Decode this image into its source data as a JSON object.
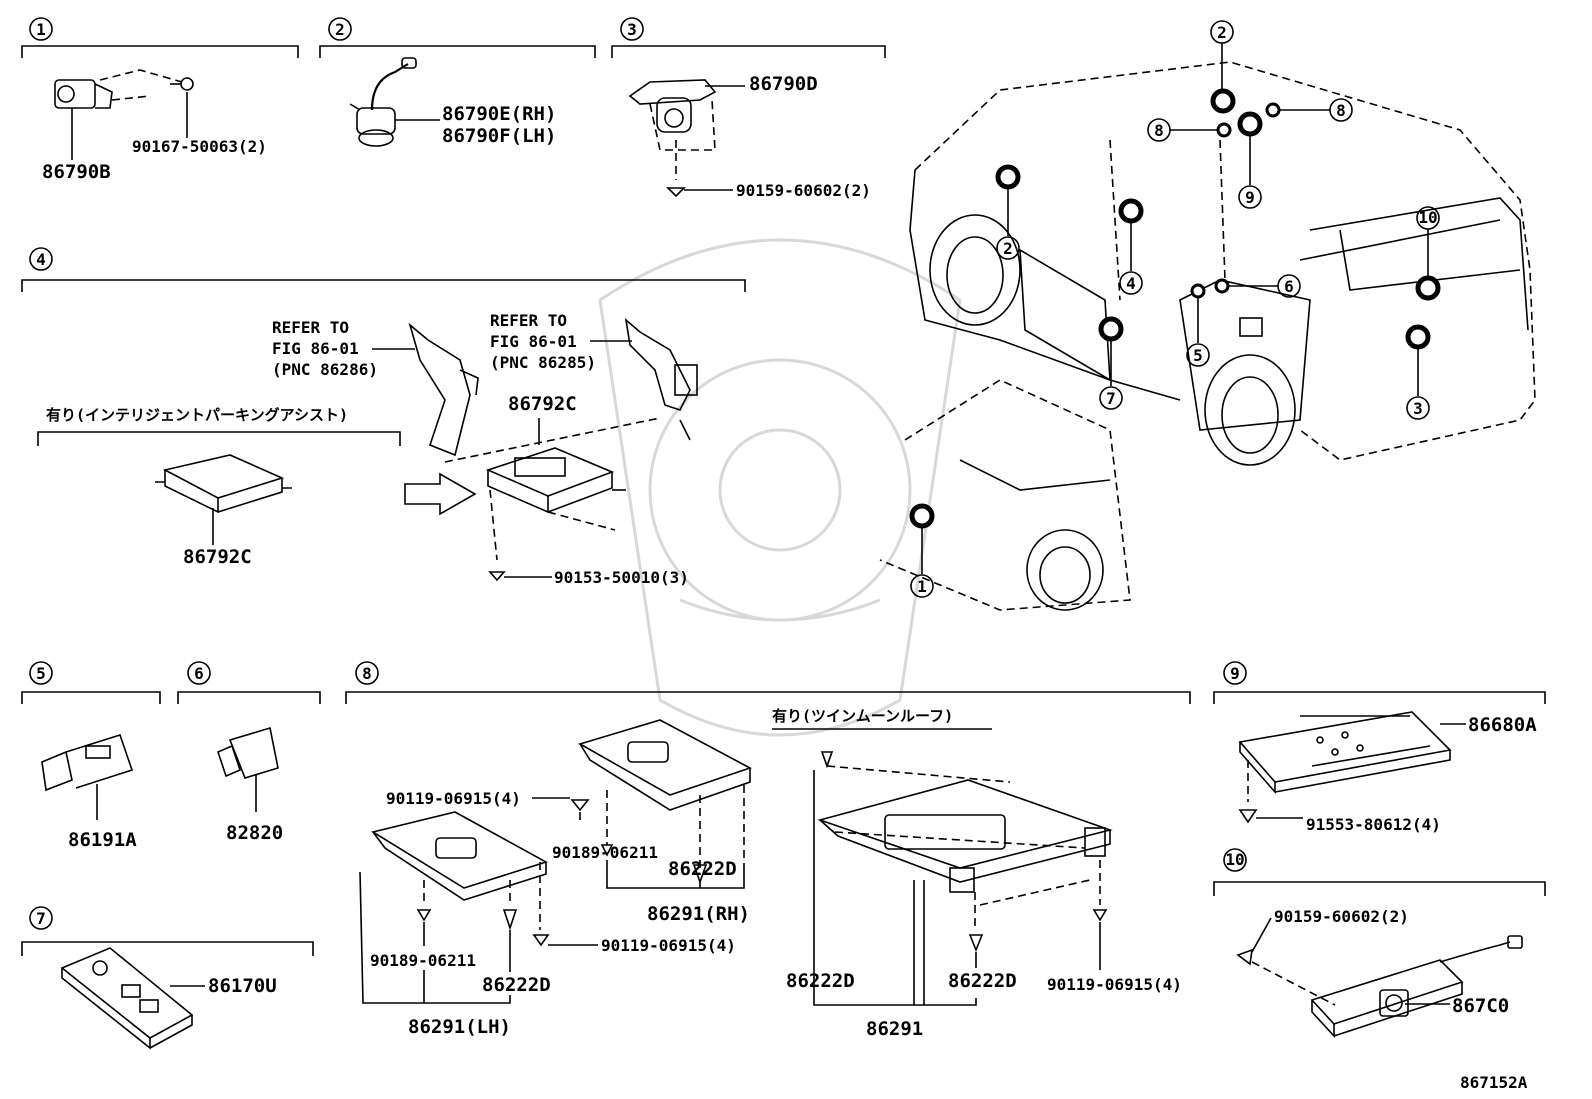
{
  "sections": [
    {
      "id": "1",
      "parts": [
        "86790B",
        "90167-50063(2)"
      ]
    },
    {
      "id": "2",
      "parts": [
        "86790E(RH)",
        "86790F(LH)"
      ]
    },
    {
      "id": "3",
      "parts": [
        "86790D",
        "90159-60602(2)"
      ]
    },
    {
      "id": "4",
      "refs": [
        {
          "line1": "REFER TO",
          "line2": "FIG 86-01",
          "line3": "(PNC 86286)"
        },
        {
          "line1": "REFER TO",
          "line2": "FIG 86-01",
          "line3": "(PNC 86285)"
        }
      ],
      "option_label": "有り(インテリジェントパーキングアシスト)",
      "parts": [
        "86792C",
        "86792C",
        "90153-50010(3)"
      ]
    },
    {
      "id": "5",
      "parts": [
        "86191A"
      ]
    },
    {
      "id": "6",
      "parts": [
        "82820"
      ]
    },
    {
      "id": "7",
      "parts": [
        "86170U"
      ]
    },
    {
      "id": "8",
      "option_label": "有り(ツインムーンルーフ)",
      "parts": [
        "90119-06915(4)",
        "90189-06211",
        "86222D",
        "86291(RH)",
        "90189-06211",
        "86222D",
        "90119-06915(4)",
        "86291(LH)",
        "86222D",
        "86222D",
        "90119-06915(4)",
        "86291"
      ]
    },
    {
      "id": "9",
      "parts": [
        "86680A",
        "91553-80612(4)"
      ]
    },
    {
      "id": "10",
      "parts": [
        "90159-60602(2)",
        "867C0"
      ]
    }
  ],
  "vehicle_callouts": [
    "2",
    "8",
    "8",
    "2",
    "9",
    "4",
    "10",
    "6",
    "5",
    "7",
    "3",
    "1"
  ],
  "figure_code": "867152A"
}
